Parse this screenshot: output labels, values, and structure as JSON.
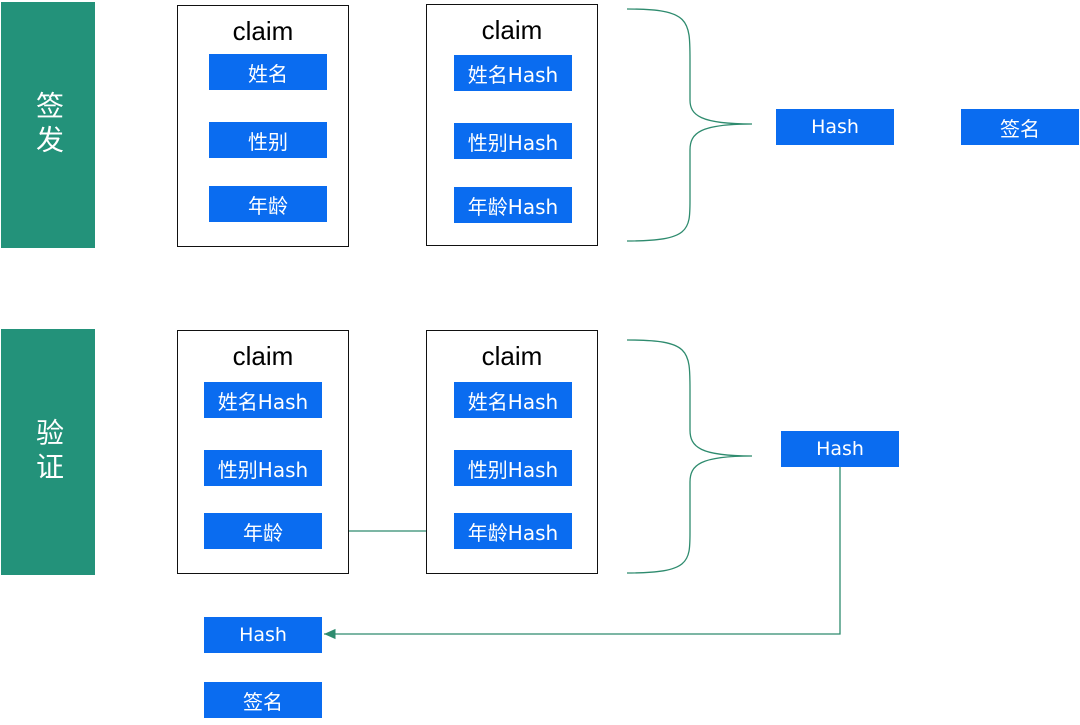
{
  "issue": {
    "label": "签发",
    "claims": [
      {
        "title": "claim",
        "fields": [
          "姓名",
          "性别",
          "年龄"
        ]
      },
      {
        "title": "claim",
        "fields": [
          "姓名Hash",
          "性别Hash",
          "年龄Hash"
        ]
      }
    ],
    "hash_label": "Hash",
    "signature_label": "签名"
  },
  "verify": {
    "label": "验证",
    "claims": [
      {
        "title": "claim",
        "fields": [
          "姓名Hash",
          "性别Hash",
          "年龄"
        ]
      },
      {
        "title": "claim",
        "fields": [
          "姓名Hash",
          "性别Hash",
          "年龄Hash"
        ]
      }
    ],
    "hash_label": "Hash",
    "result_hash_label": "Hash",
    "signature_label": "签名"
  },
  "colors": {
    "accent_green": "#23927a",
    "field_blue": "#0a6cf0",
    "connector": "#2e8b6e"
  }
}
